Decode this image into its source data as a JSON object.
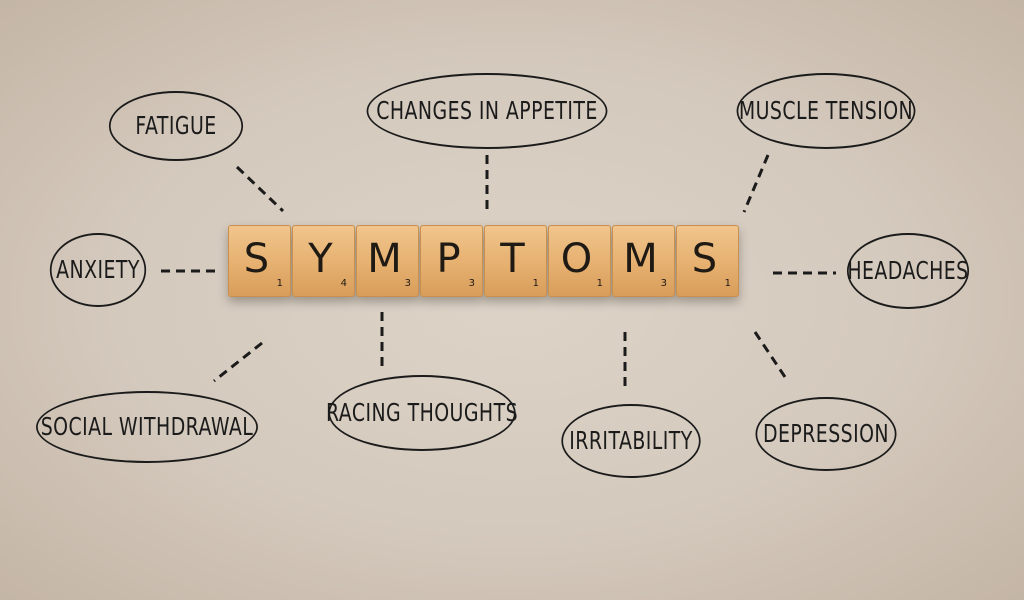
{
  "hub": {
    "tiles": [
      {
        "letter": "S",
        "points": "1"
      },
      {
        "letter": "Y",
        "points": "4"
      },
      {
        "letter": "M",
        "points": "3"
      },
      {
        "letter": "P",
        "points": "3"
      },
      {
        "letter": "T",
        "points": "1"
      },
      {
        "letter": "O",
        "points": "1"
      },
      {
        "letter": "M",
        "points": "3"
      },
      {
        "letter": "S",
        "points": "1"
      }
    ]
  },
  "symptoms": {
    "fatigue": "FATiGUE",
    "changes_in_appetite": "CHANGES iN APPETiTE",
    "muscle_tension": "MUSCLE TENSiON",
    "anxiety": "ANXiETY",
    "headaches": "HEADACHES",
    "social_withdrawal": "SOCiAL WiTHDRAWAL",
    "racing_thoughts": "RACiNG THOUGHTS",
    "irritability": "iRRiTABiLiTY",
    "depression": "DEPRESSiON"
  },
  "colors": {
    "background": "#d8cdc1",
    "ink": "#1b1b1b",
    "tile": "#e6b070"
  }
}
